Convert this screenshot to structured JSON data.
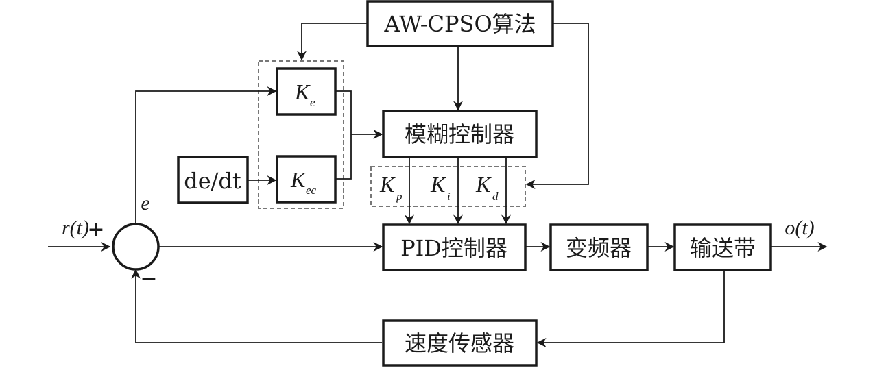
{
  "blocks": {
    "aw_cpso": "AW-CPSO算法",
    "fuzzy_controller": "模糊控制器",
    "pid_controller": "PID控制器",
    "inverter": "变频器",
    "conveyor": "输送带",
    "speed_sensor": "速度传感器",
    "derivative": "de/dt"
  },
  "gains": {
    "ke": {
      "symbol": "K",
      "subscript": "e"
    },
    "kec": {
      "symbol": "K",
      "subscript": "ec"
    },
    "kp": {
      "symbol": "K",
      "subscript": "p"
    },
    "ki": {
      "symbol": "K",
      "subscript": "i"
    },
    "kd": {
      "symbol": "K",
      "subscript": "d"
    }
  },
  "signals": {
    "input": "r(t)",
    "output": "o(t)",
    "error": "e",
    "plus_sign": "+",
    "minus_sign": "−"
  }
}
